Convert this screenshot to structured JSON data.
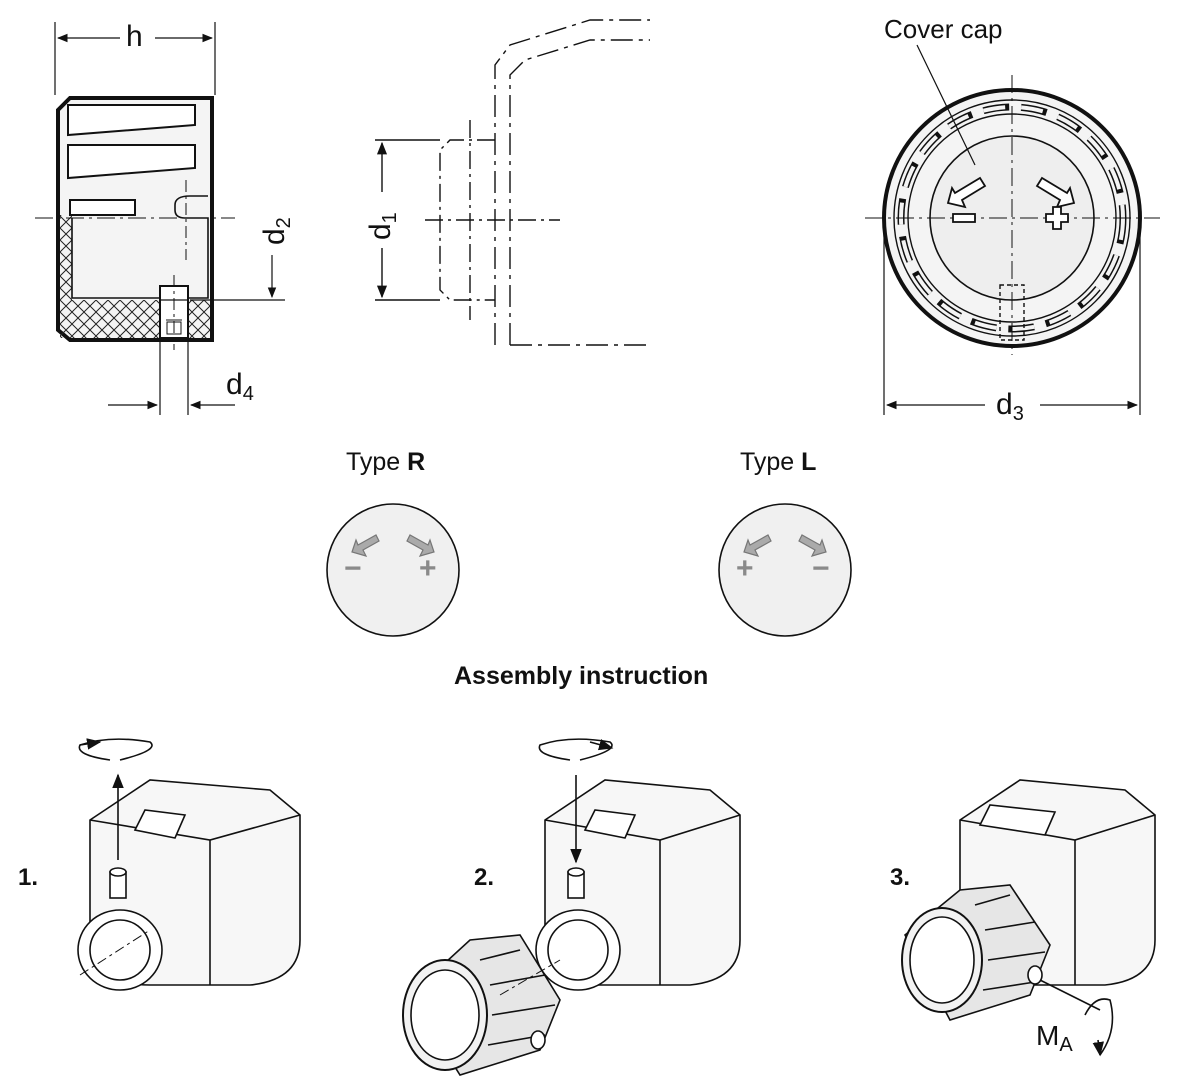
{
  "labels": {
    "h": "h",
    "d1": "d",
    "d1_sub": "1",
    "d2": "d",
    "d2_sub": "2",
    "d3": "d",
    "d3_sub": "3",
    "d4": "d",
    "d4_sub": "4",
    "cover_cap": "Cover cap",
    "ma": "M",
    "ma_sub": "A"
  },
  "types": [
    {
      "prefix": "Type ",
      "letter": "R",
      "left_sign": "−",
      "right_sign": "+"
    },
    {
      "prefix": "Type ",
      "letter": "L",
      "left_sign": "+",
      "right_sign": "−"
    }
  ],
  "assembly": {
    "title": "Assembly instruction",
    "steps": [
      "1.",
      "2.",
      "3."
    ]
  },
  "colors": {
    "line": "#111111",
    "fill_light": "#f0f0f0",
    "fill_cap": "#e6e6e6",
    "symbol_gray": "#9a9a9a"
  }
}
